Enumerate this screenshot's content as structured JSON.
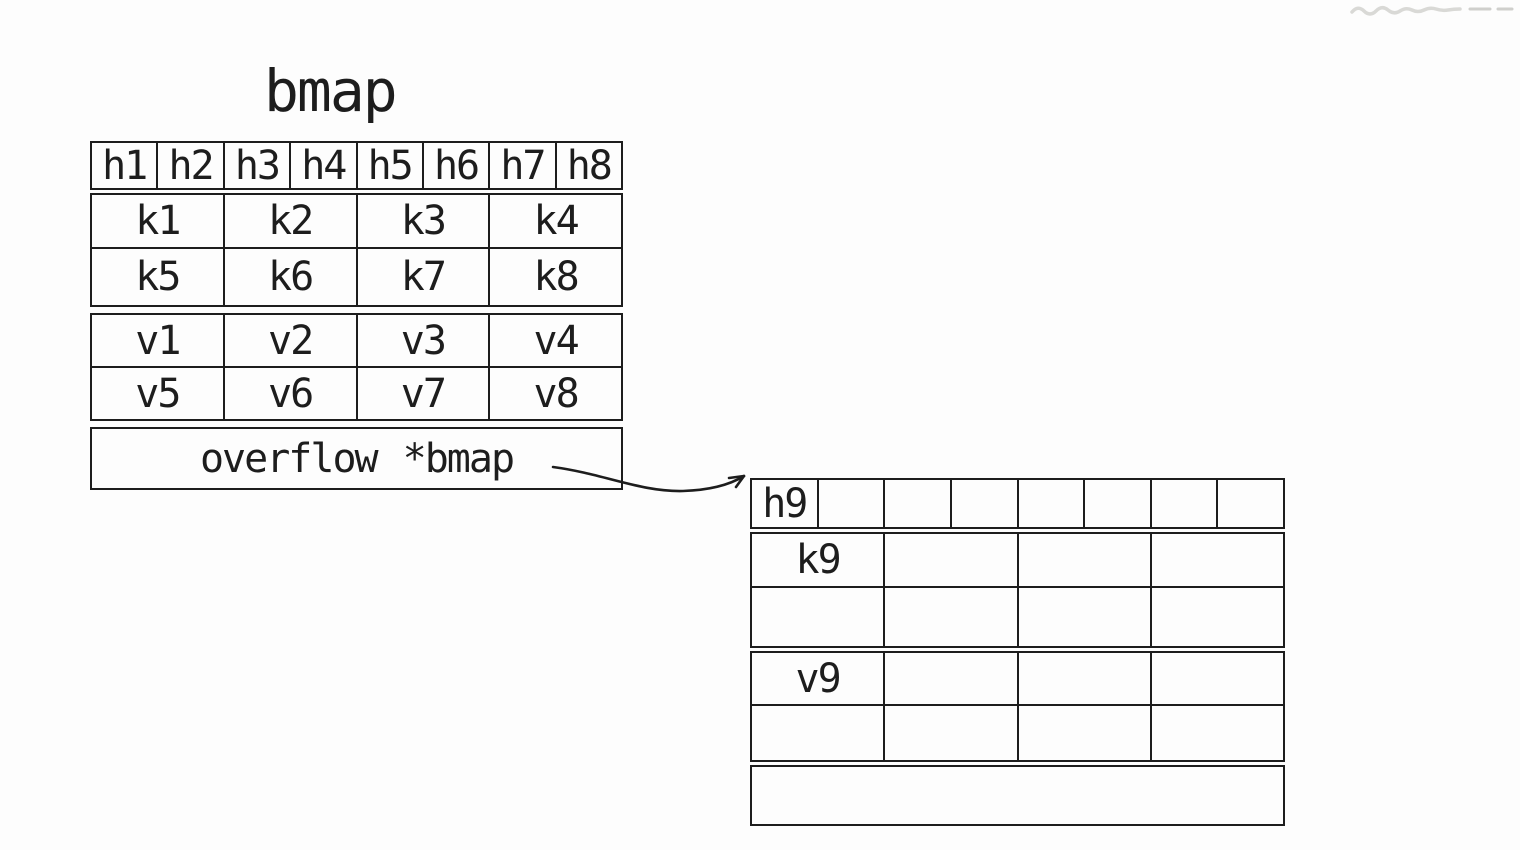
{
  "title": "bmap",
  "colors": {
    "ink": "#1d1d1d",
    "background": "#fdfdfd",
    "watermark": "#d9d9d6"
  },
  "bucket_main": {
    "tophash": [
      "h1",
      "h2",
      "h3",
      "h4",
      "h5",
      "h6",
      "h7",
      "h8"
    ],
    "key_rows": [
      [
        "k1",
        "k2",
        "k3",
        "k4"
      ],
      [
        "k5",
        "k6",
        "k7",
        "k8"
      ]
    ],
    "value_rows": [
      [
        "v1",
        "v2",
        "v3",
        "v4"
      ],
      [
        "v5",
        "v6",
        "v7",
        "v8"
      ]
    ],
    "overflow_label": "overflow",
    "overflow_type": "*bmap"
  },
  "bucket_overflow": {
    "tophash": [
      "h9",
      "",
      "",
      "",
      "",
      "",
      "",
      ""
    ],
    "key_rows": [
      [
        "k9",
        "",
        "",
        ""
      ],
      [
        "",
        "",
        "",
        ""
      ]
    ],
    "value_rows": [
      [
        "v9",
        "",
        "",
        ""
      ],
      [
        "",
        "",
        "",
        ""
      ]
    ],
    "overflow_label": "",
    "overflow_type": ""
  }
}
